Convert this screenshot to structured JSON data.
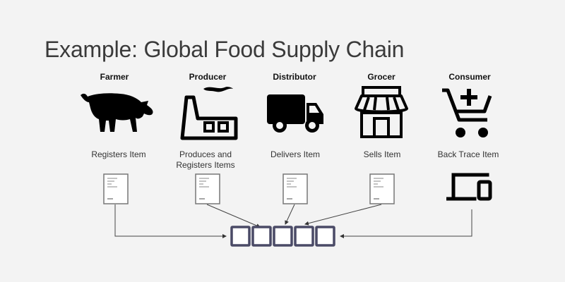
{
  "title": "Example: Global Food Supply Chain",
  "actors": [
    {
      "role": "Farmer",
      "action": "Registers Item",
      "icon": "pig-icon"
    },
    {
      "role": "Producer",
      "action": "Produces and Registers Items",
      "icon": "factory-icon"
    },
    {
      "role": "Distributor",
      "action": "Delivers Item",
      "icon": "truck-icon"
    },
    {
      "role": "Grocer",
      "action": "Sells Item",
      "icon": "store-icon"
    },
    {
      "role": "Consumer",
      "action": "Back Trace Item",
      "icon": "cart-plus-icon"
    }
  ],
  "records": [
    {
      "type": "document",
      "icon": "document-icon"
    },
    {
      "type": "document",
      "icon": "document-icon"
    },
    {
      "type": "document",
      "icon": "document-icon"
    },
    {
      "type": "document",
      "icon": "document-icon"
    },
    {
      "type": "device",
      "icon": "laptop-phone-icon"
    }
  ],
  "blockchain": {
    "blocks": 5,
    "border_color": "#4a4a66"
  }
}
